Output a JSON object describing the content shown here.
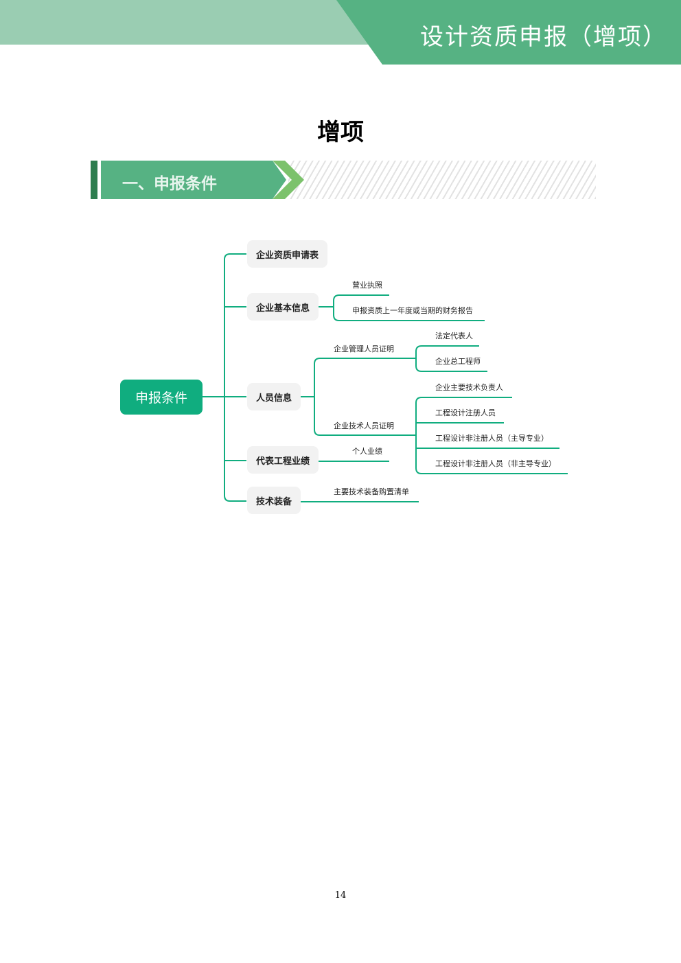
{
  "header": {
    "title": "设计资质申报（增项）"
  },
  "page_title": "增项",
  "section": {
    "label": "一、申报条件"
  },
  "mindmap": {
    "root": "申报条件",
    "branches": [
      "企业资质申请表",
      "企业基本信息",
      "人员信息",
      "代表工程业绩",
      "技术装备"
    ],
    "basic_info": [
      "营业执照",
      "申报资质上一年度或当期的财务报告"
    ],
    "personnel": {
      "management": "企业管理人员证明",
      "management_items": [
        "法定代表人",
        "企业总工程师"
      ],
      "technical": "企业技术人员证明",
      "technical_items": [
        "企业主要技术负责人",
        "工程设计注册人员",
        "工程设计非注册人员（主导专业）",
        "工程设计非注册人员（非主导专业）"
      ]
    },
    "performance": [
      "个人业绩"
    ],
    "equipment": [
      "主要技术装备购置清单"
    ]
  },
  "colors": {
    "line": "#10ad7f",
    "header": "#56b283"
  },
  "page_number": "14"
}
